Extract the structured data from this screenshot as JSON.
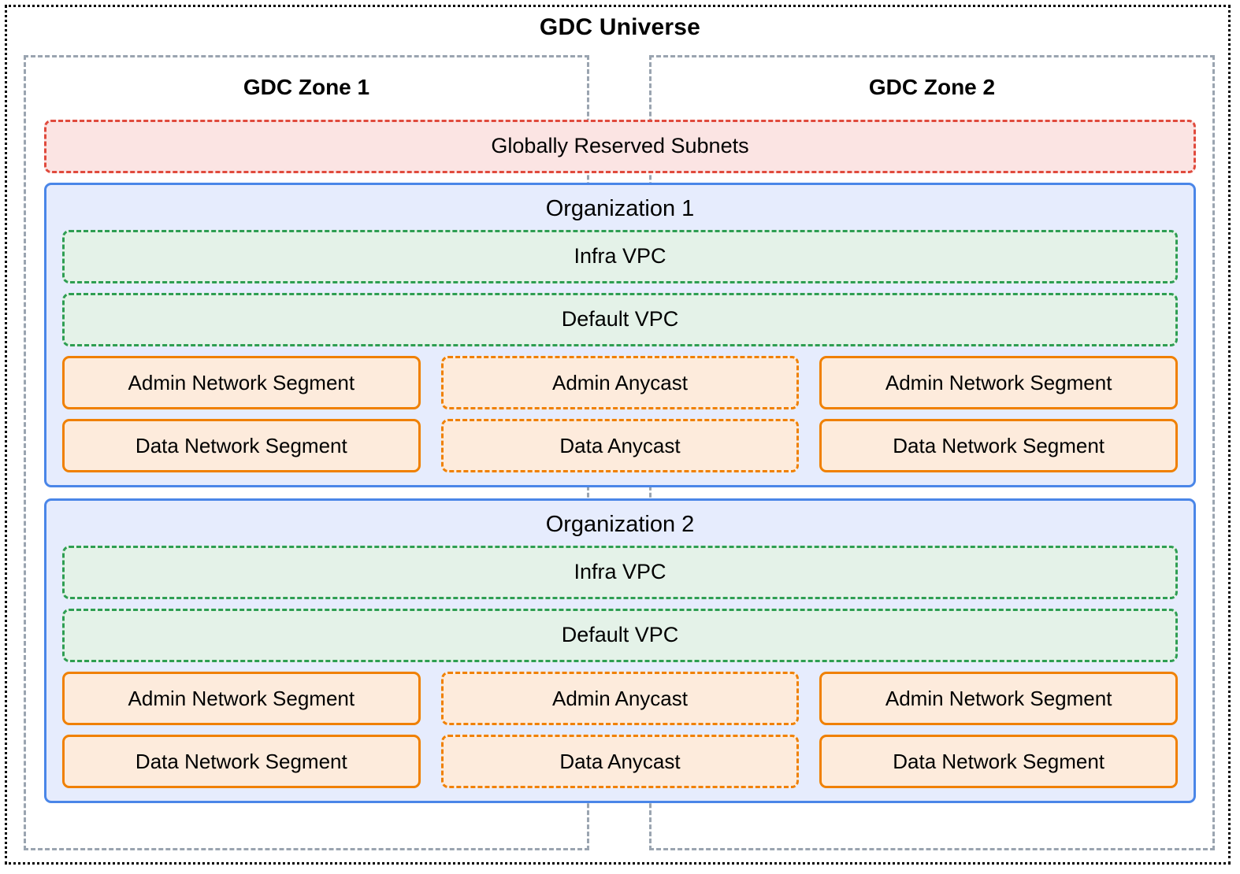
{
  "diagram": {
    "title": "GDC Universe",
    "zones": [
      {
        "label": "GDC Zone 1"
      },
      {
        "label": "GDC Zone 2"
      }
    ],
    "globally_reserved_subnets": "Globally Reserved Subnets",
    "organizations": [
      {
        "title": "Organization 1",
        "vpcs": [
          {
            "label": "Infra VPC"
          },
          {
            "label": "Default VPC"
          }
        ],
        "segments": {
          "zone1": [
            {
              "label": "Admin Network Segment",
              "style": "solid"
            },
            {
              "label": "Data Network Segment",
              "style": "solid"
            }
          ],
          "anycast": [
            {
              "label": "Admin Anycast",
              "style": "dashed"
            },
            {
              "label": "Data Anycast",
              "style": "dashed"
            }
          ],
          "zone2": [
            {
              "label": "Admin Network Segment",
              "style": "solid"
            },
            {
              "label": "Data Network Segment",
              "style": "solid"
            }
          ]
        }
      },
      {
        "title": "Organization 2",
        "vpcs": [
          {
            "label": "Infra VPC"
          },
          {
            "label": "Default VPC"
          }
        ],
        "segments": {
          "zone1": [
            {
              "label": "Admin Network Segment",
              "style": "solid"
            },
            {
              "label": "Data Network Segment",
              "style": "solid"
            }
          ],
          "anycast": [
            {
              "label": "Admin Anycast",
              "style": "dashed"
            },
            {
              "label": "Data Anycast",
              "style": "dashed"
            }
          ],
          "zone2": [
            {
              "label": "Admin Network Segment",
              "style": "solid"
            },
            {
              "label": "Data Network Segment",
              "style": "solid"
            }
          ]
        }
      }
    ],
    "colors": {
      "universe_border": "#000000",
      "zone_border": "#9aa4b0",
      "reserved_border": "#e04a3d",
      "reserved_fill": "#fbe4e3",
      "org_border": "#4a86e8",
      "org_fill": "#e6ecfd",
      "vpc_border": "#2e9e52",
      "vpc_fill": "#e4f2e8",
      "segment_border": "#f08000",
      "segment_fill": "#fdebdc",
      "text": "#000000"
    }
  }
}
